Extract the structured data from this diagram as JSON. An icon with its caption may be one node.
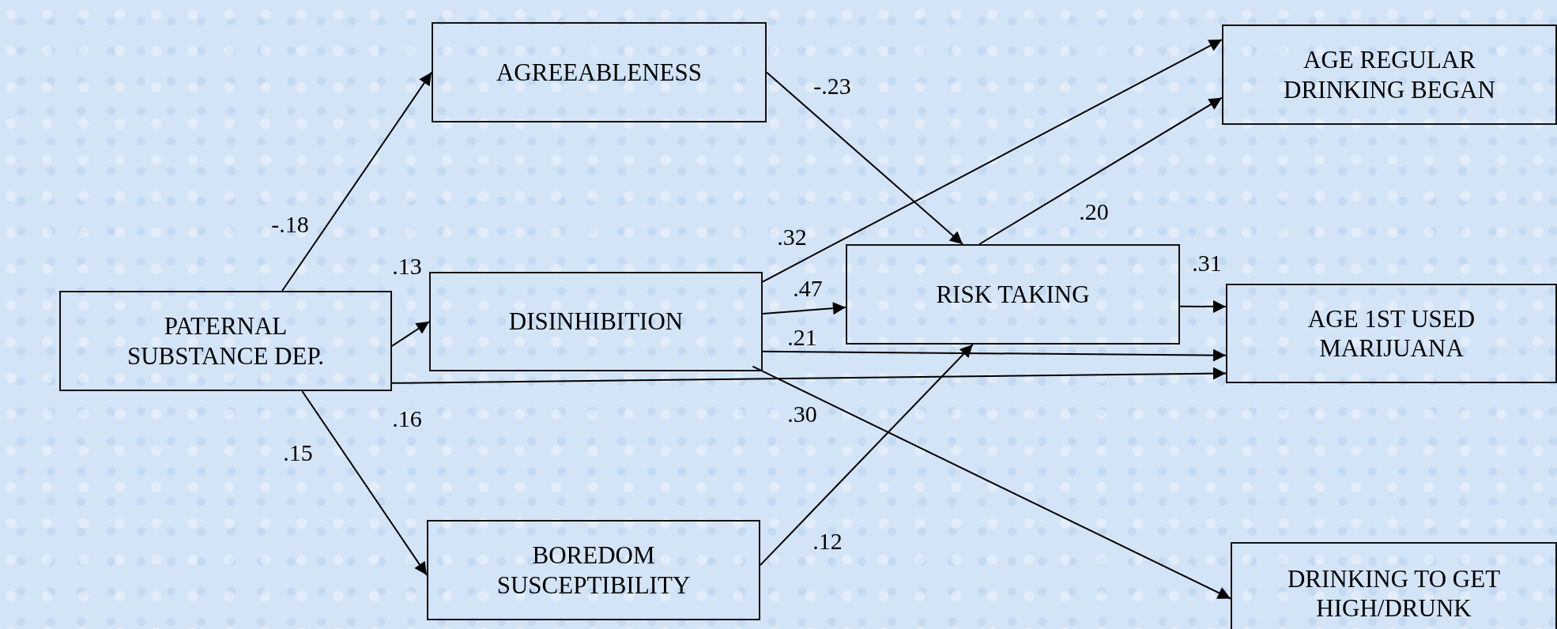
{
  "diagram": {
    "nodes": [
      {
        "text": [
          "PATERNAL SUBSTANCE DEP."
        ]
      },
      {
        "text": [
          "AGREEABLENESS"
        ]
      },
      {
        "text": [
          "DISINHIBITION"
        ]
      },
      {
        "text": [
          "BOREDOM SUSCEPTIBILITY"
        ]
      },
      {
        "text": [
          "RISK TAKING"
        ]
      },
      {
        "text": [
          "AGE REGULAR DRINKING BEGAN"
        ]
      },
      {
        "text": [
          "AGE 1ST USED MARIJUANA"
        ]
      },
      {
        "text": [
          "DRINKING TO GET HIGH/DRUNK"
        ]
      }
    ],
    "edges": [
      {
        "from": 0,
        "to": 1,
        "arrow": "to",
        "label": "-.18"
      },
      {
        "from": 0,
        "to": 2,
        "arrow": "to",
        "label": ".13"
      },
      {
        "from": 0,
        "to": 3,
        "arrow": "to",
        "label": ".15"
      },
      {
        "from": 0,
        "to": 6,
        "arrow": "to",
        "label": ".16"
      },
      {
        "from": 1,
        "to": 4,
        "arrow": "to",
        "label": "-.23"
      },
      {
        "from": 2,
        "to": 5,
        "arrow": "to",
        "label": ".32"
      },
      {
        "from": 2,
        "to": 4,
        "arrow": "to",
        "label": ".47"
      },
      {
        "from": 2,
        "to": 6,
        "arrow": "to",
        "label": ".21"
      },
      {
        "from": 2,
        "to": 7,
        "arrow": "to",
        "label": ".30"
      },
      {
        "from": 3,
        "to": 4,
        "arrow": "to",
        "label": ".12"
      },
      {
        "from": 4,
        "to": 5,
        "arrow": "to",
        "label": ".20"
      },
      {
        "from": 4,
        "to": 6,
        "arrow": "to",
        "label": ".31"
      }
    ]
  }
}
